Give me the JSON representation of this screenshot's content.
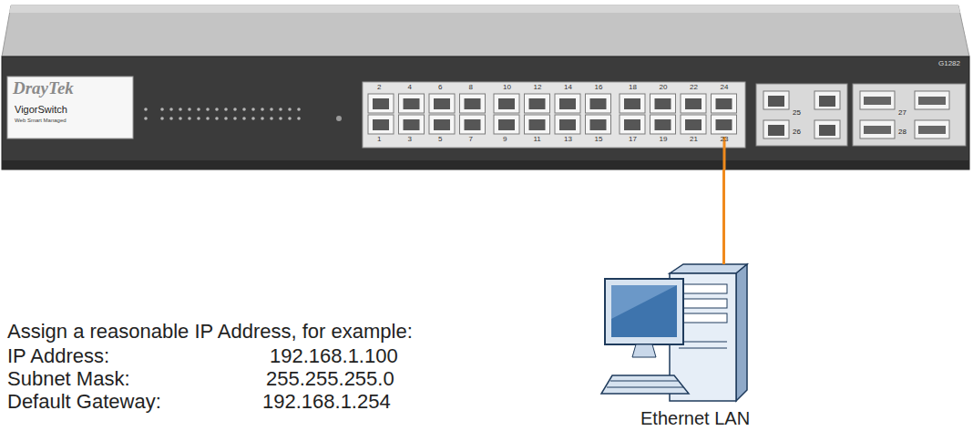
{
  "diagram": {
    "nodes": [
      {
        "text": [
          "DrayTek",
          "VigorSwitch",
          "Web Smart Managed"
        ]
      },
      {
        "text": [
          "Ethernet LAN"
        ]
      }
    ],
    "edges": [
      {
        "from": 0,
        "to": 1,
        "arrow": "none"
      }
    ],
    "labels": [
      "Assign a reasonable IP Address, for example:",
      "IP Address:",
      "192.168.1.100",
      "Subnet Mask:",
      "255.255.255.0",
      "Default Gateway:",
      "192.168.1.254",
      "G1282",
      "2",
      "4",
      "6",
      "8",
      "10",
      "12",
      "14",
      "16",
      "18",
      "20",
      "22",
      "24",
      "1",
      "3",
      "5",
      "7",
      "9",
      "11",
      "13",
      "15",
      "17",
      "19",
      "21",
      "23",
      "25",
      "26",
      "27",
      "28"
    ]
  }
}
